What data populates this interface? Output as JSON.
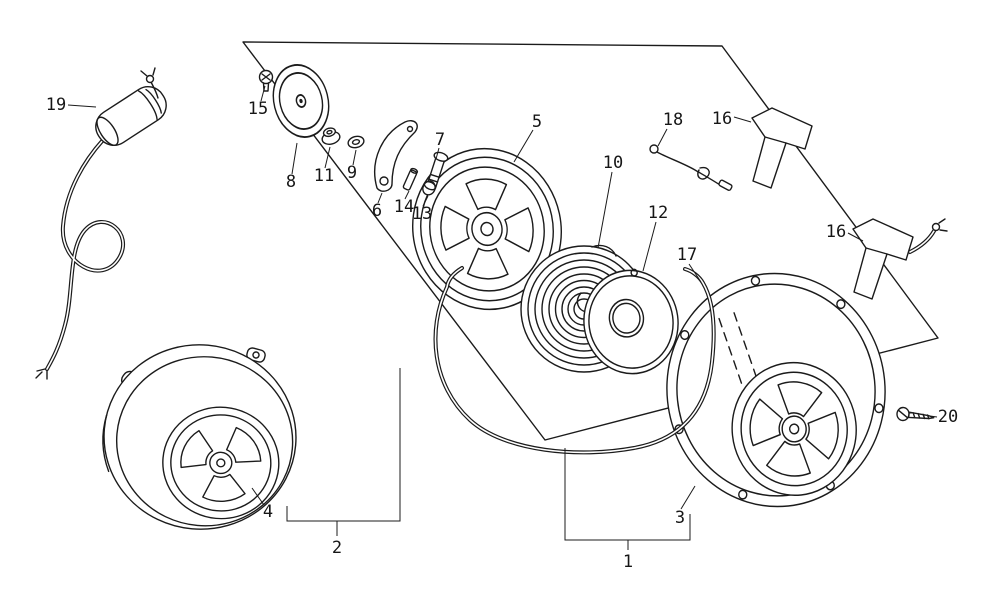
{
  "diagram": {
    "type": "exploded-parts-diagram",
    "background_color": "#ffffff",
    "line_color": "#1b1b1b",
    "callouts": [
      {
        "label": "19"
      },
      {
        "label": "15"
      },
      {
        "label": "8"
      },
      {
        "label": "11"
      },
      {
        "label": "9"
      },
      {
        "label": "6"
      },
      {
        "label": "14"
      },
      {
        "label": "13"
      },
      {
        "label": "7"
      },
      {
        "label": "5"
      },
      {
        "label": "10"
      },
      {
        "label": "12"
      },
      {
        "label": "18"
      },
      {
        "label": "16"
      },
      {
        "label": "16"
      },
      {
        "label": "17"
      },
      {
        "label": "20"
      },
      {
        "label": "4"
      },
      {
        "label": "2"
      },
      {
        "label": "3"
      },
      {
        "label": "1"
      }
    ]
  }
}
